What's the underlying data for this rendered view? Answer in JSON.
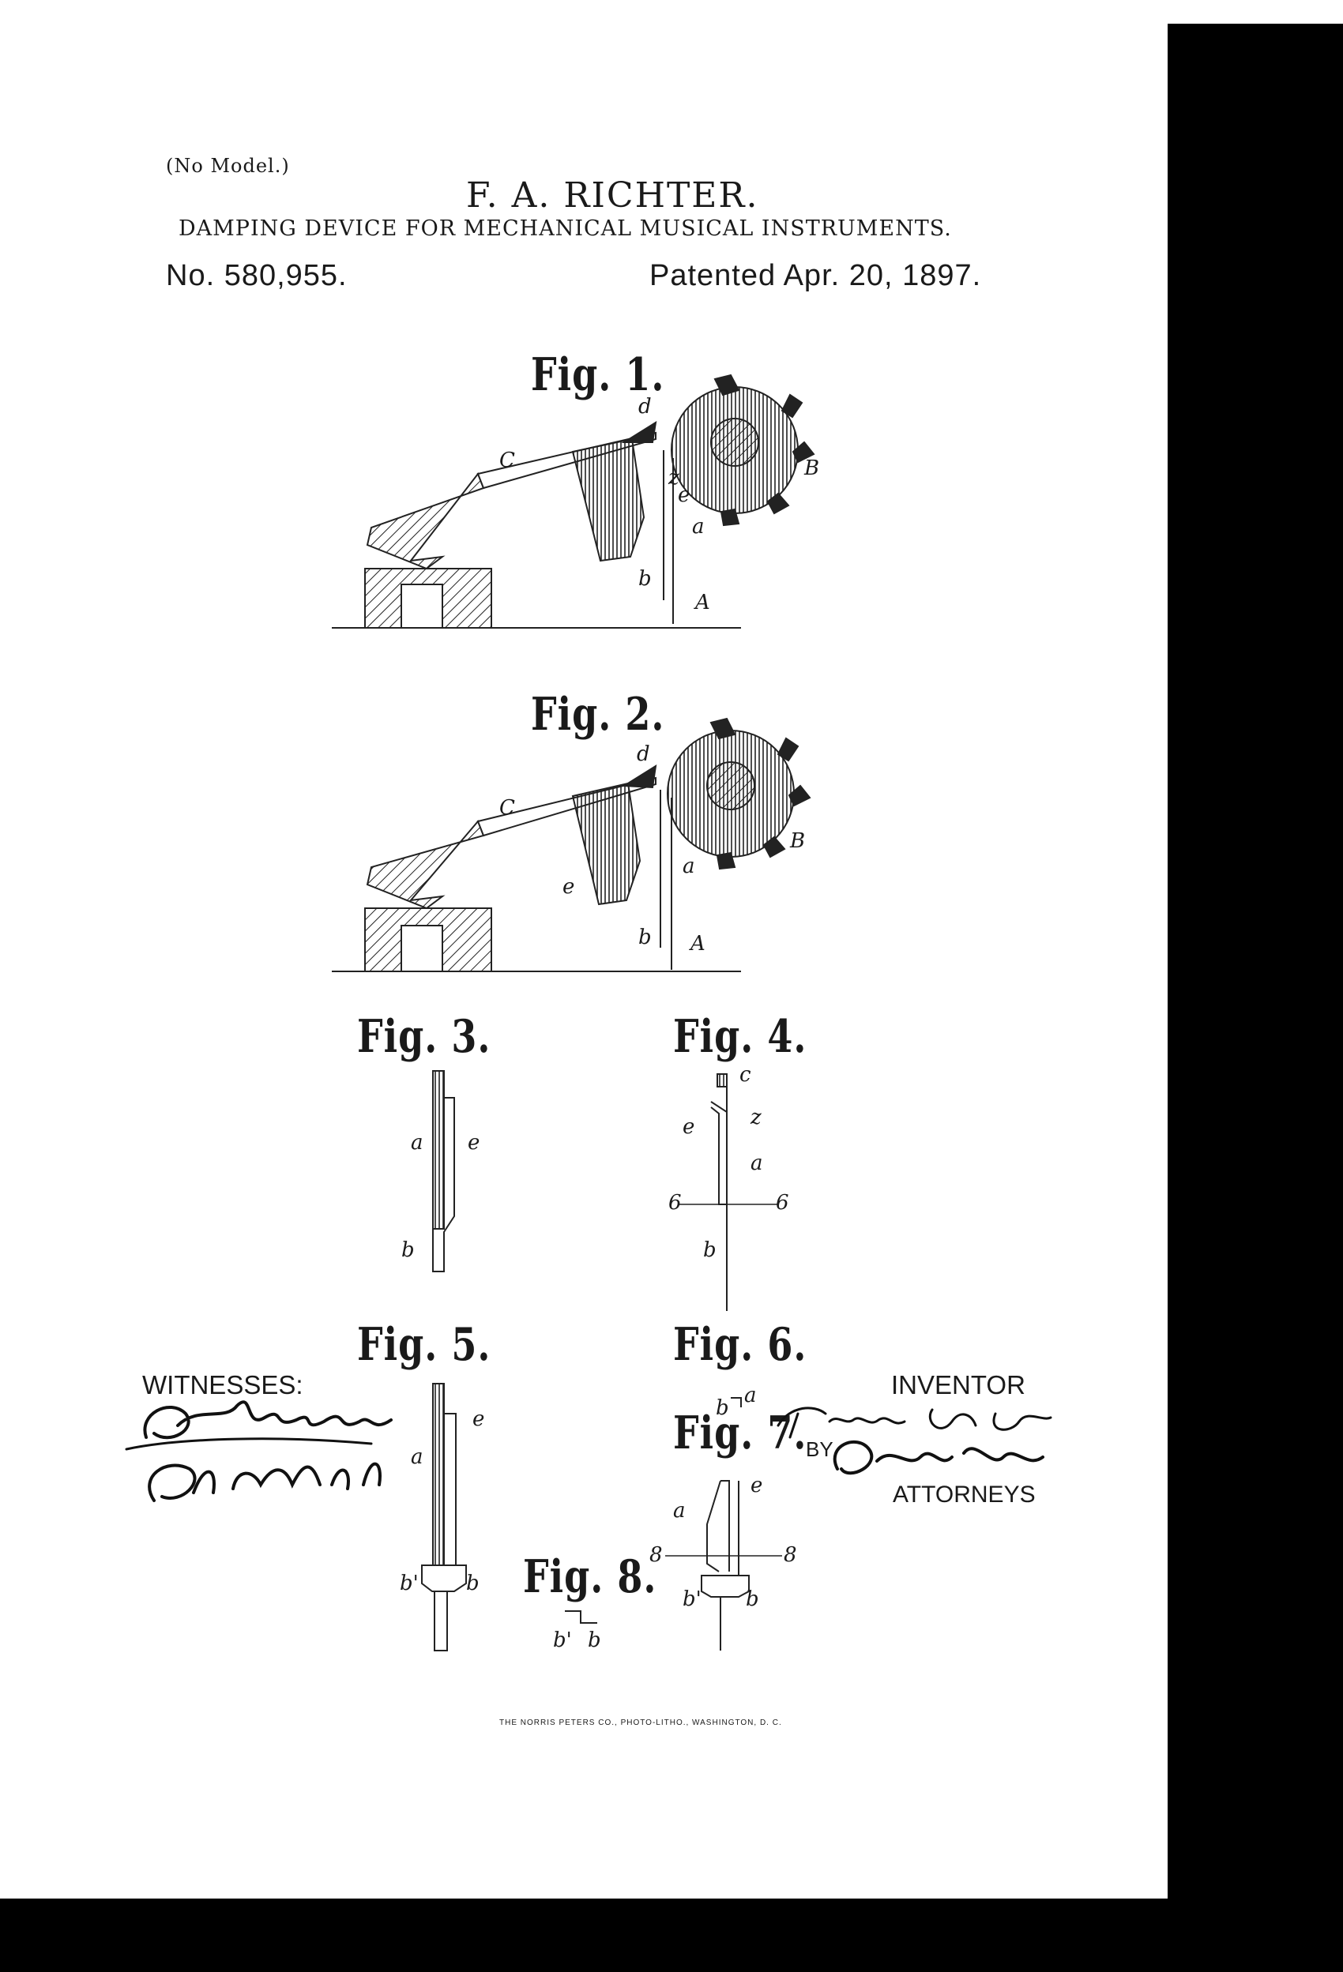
{
  "header": {
    "no_model": "(No Model.)",
    "inventor": "F. A. RICHTER.",
    "title": "DAMPING DEVICE FOR MECHANICAL MUSICAL INSTRUMENTS.",
    "patent_number": "No. 580,955.",
    "patent_date": "Patented Apr. 20, 1897."
  },
  "figures": {
    "fig1": "Fig. 1.",
    "fig2": "Fig. 2.",
    "fig3": "Fig. 3.",
    "fig4": "Fig. 4.",
    "fig5": "Fig. 5.",
    "fig6": "Fig. 6.",
    "fig7": "Fig. 7.",
    "fig8": "Fig. 8."
  },
  "refs": {
    "A": "A",
    "B": "B",
    "C": "C",
    "a": "a",
    "b": "b",
    "b_prime": "b'",
    "c": "c",
    "d": "d",
    "e": "e",
    "z": "z",
    "six": "6",
    "eight": "8"
  },
  "signatures": {
    "witnesses_label": "WITNESSES:",
    "inventor_label": "INVENTOR",
    "by_label": "BY",
    "attorneys_label": "ATTORNEYS"
  },
  "footer": {
    "printer": "THE NORRIS PETERS CO., PHOTO-LITHO., WASHINGTON, D. C."
  }
}
